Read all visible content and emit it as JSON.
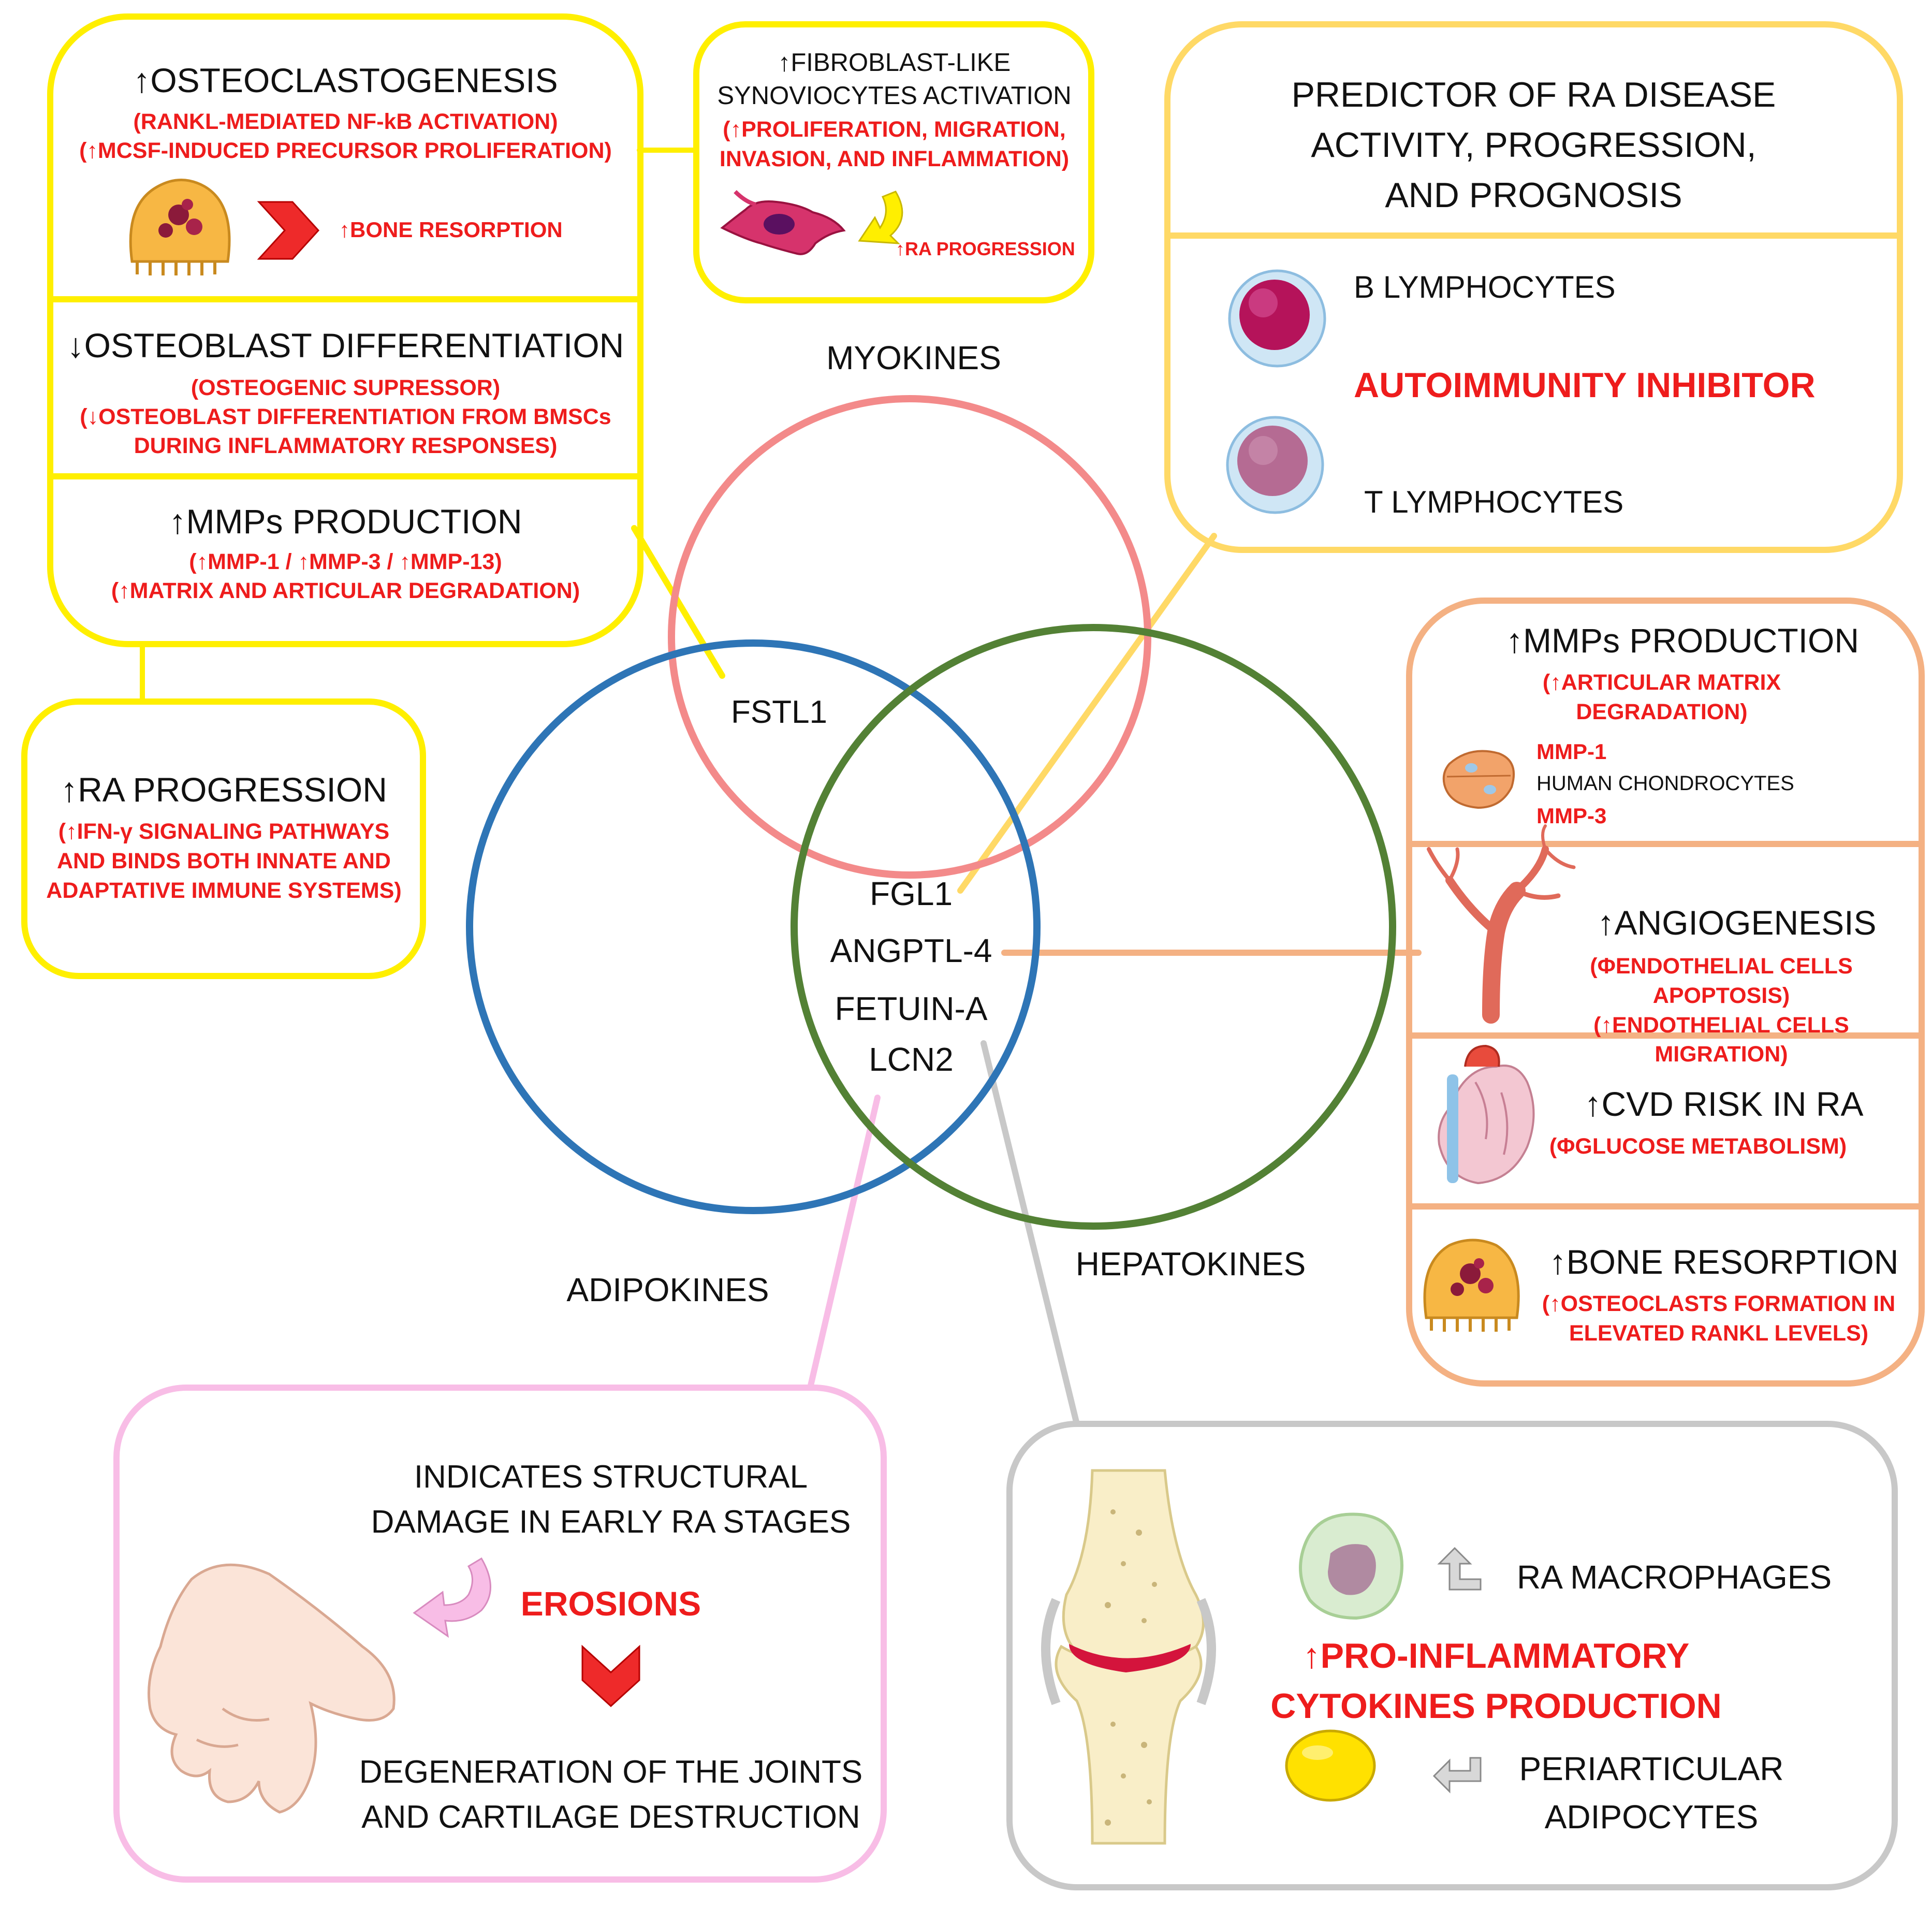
{
  "colors": {
    "yellow": "#ffef00",
    "gold": "#ffd966",
    "peach": "#f4b183",
    "pink": "#f8bde6",
    "grey": "#c8c8c8",
    "red_text": "#ee1c1c",
    "myokines_circle": "#f38a8a",
    "adipokines_circle": "#2e75b6",
    "hepatokines_circle": "#538135"
  },
  "venn": {
    "myokines": "MYOKINES",
    "adipokines": "ADIPOKINES",
    "hepatokines": "HEPATOKINES",
    "fstl1": "FSTL1",
    "center": [
      "FGL1",
      "ANGPTL-4",
      "FETUIN-A",
      "LCN2"
    ]
  },
  "left_box": {
    "osteoclasto": {
      "title": "↑OSTEOCLASTOGENESIS",
      "detail": "(RANKL-MEDIATED NF-kB ACTIVATION)\n(↑MCSF-INDUCED PRECURSOR PROLIFERATION)",
      "result": "↑BONE RESORPTION",
      "icon": "osteoclast-icon"
    },
    "osteoblast": {
      "title": "↓OSTEOBLAST DIFFERENTIATION",
      "detail": "(OSTEOGENIC SUPRESSOR)\n(↓OSTEOBLAST DIFFERENTIATION FROM BMSCs\nDURING INFLAMMATORY RESPONSES)"
    },
    "mmps": {
      "title": "↑MMPs PRODUCTION",
      "detail": "(↑MMP-1 / ↑MMP-3 / ↑MMP-13)\n(↑MATRIX AND ARTICULAR DEGRADATION)"
    }
  },
  "ra_progression_box": {
    "title": "↑RA PROGRESSION",
    "detail": "(↑IFN-γ SIGNALING PATHWAYS\nAND BINDS BOTH INNATE AND\nADAPTATIVE IMMUNE SYSTEMS)"
  },
  "fibroblast_box": {
    "title": "↑FIBROBLAST-LIKE\nSYNOVIOCYTES ACTIVATION",
    "detail": "(↑PROLIFERATION, MIGRATION,\nINVASION, AND INFLAMMATION)",
    "result": "↑RA PROGRESSION",
    "icon": "fibroblast-icon"
  },
  "predictor_box": {
    "title": "PREDICTOR OF RA DISEASE\nACTIVITY, PROGRESSION,\nAND PROGNOSIS",
    "b_cells": "B LYMPHOCYTES",
    "inhibitor": "AUTOIMMUNITY INHIBITOR",
    "t_cells": "T LYMPHOCYTES"
  },
  "right_box": {
    "mmps": {
      "title": "↑MMPs PRODUCTION",
      "detail": "(↑ARTICULAR MATRIX\nDEGRADATION)",
      "mmp1": "MMP-1",
      "chondrocytes": "HUMAN CHONDROCYTES",
      "mmp3": "MMP-3"
    },
    "angio": {
      "title": "↑ANGIOGENESIS",
      "detail": "(ΦENDOTHELIAL CELLS APOPTOSIS)\n(↑ENDOTHELIAL CELLS MIGRATION)"
    },
    "cvd": {
      "title": "↑CVD RISK IN RA",
      "detail": "(ΦGLUCOSE METABOLISM)"
    },
    "bone": {
      "title": "↑BONE RESORPTION",
      "detail": "(↑OSTEOCLASTS FORMATION IN\nELEVATED RANKL LEVELS)"
    }
  },
  "lcn2_box": {
    "line1": "INDICATES STRUCTURAL\nDAMAGE IN EARLY RA STAGES",
    "erosions": "EROSIONS",
    "line2": "DEGENERATION OF THE JOINTS\nAND CARTILAGE DESTRUCTION"
  },
  "fetuin_box": {
    "macrophages": "RA MACROPHAGES",
    "cytokines": "↑PRO-INFLAMMATORY\nCYTOKINES PRODUCTION",
    "adipocytes": "PERIARTICULAR\nADIPOCYTES"
  }
}
